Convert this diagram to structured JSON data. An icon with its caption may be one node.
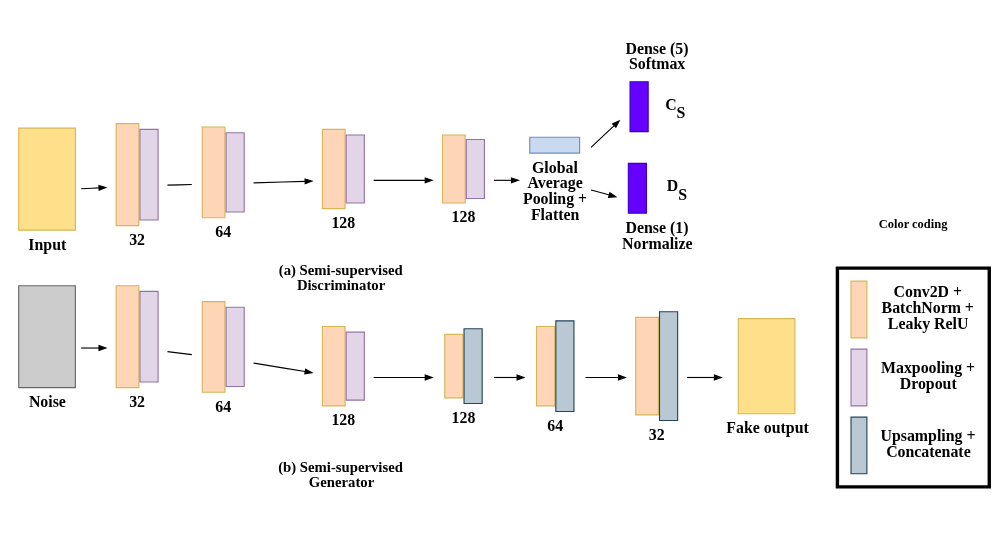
{
  "diagram": {
    "nodes": [
      {
        "text": [
          "Input"
        ]
      },
      {
        "text": [
          "32"
        ]
      },
      {
        "text": [
          "64"
        ]
      },
      {
        "text": [
          "128"
        ]
      },
      {
        "text": [
          "128"
        ]
      },
      {
        "text": [
          "Global Average Pooling + Flatten"
        ]
      },
      {
        "text": [
          "C$_{S}$"
        ],
        "beside": [
          "Dense (5) Softmax"
        ]
      },
      {
        "text": [
          "D$_{S}$"
        ],
        "beside": [
          "Dense (1) Normalize"
        ]
      },
      {
        "text": [
          "Noise"
        ]
      },
      {
        "text": [
          "32"
        ]
      },
      {
        "text": [
          "64"
        ]
      },
      {
        "text": [
          "128"
        ]
      },
      {
        "text": [
          "128"
        ]
      },
      {
        "text": [
          "64"
        ]
      },
      {
        "text": [
          "32"
        ]
      },
      {
        "text": [
          "Fake output"
        ]
      }
    ],
    "edges": [
      {
        "from": 0,
        "to": 1,
        "arrow": "to"
      },
      {
        "from": 1,
        "to": 2,
        "arrow": "none"
      },
      {
        "from": 2,
        "to": 3,
        "arrow": "to"
      },
      {
        "from": 3,
        "to": 4,
        "arrow": "to"
      },
      {
        "from": 4,
        "to": 5,
        "arrow": "to"
      },
      {
        "from": 5,
        "to": 6,
        "arrow": "to"
      },
      {
        "from": 5,
        "to": 7,
        "arrow": "to"
      },
      {
        "from": 8,
        "to": 9,
        "arrow": "to"
      },
      {
        "from": 9,
        "to": 10,
        "arrow": "none"
      },
      {
        "from": 10,
        "to": 11,
        "arrow": "to"
      },
      {
        "from": 11,
        "to": 12,
        "arrow": "to"
      },
      {
        "from": 12,
        "to": 13,
        "arrow": "to"
      },
      {
        "from": 13,
        "to": 14,
        "arrow": "to"
      },
      {
        "from": 14,
        "to": 15,
        "arrow": "to"
      }
    ],
    "labels": [
      "(a) Semi-supervised Discriminator",
      "(b) Semi-supervised Generator",
      "Color coding"
    ],
    "legend": [
      {
        "text": "Conv2D + BatchNorm + Leaky RelU",
        "color": "#ffd5b8"
      },
      {
        "text": "Maxpooling + Dropout",
        "color": "#e1d5e7"
      },
      {
        "text": "Upsampling + Concatenate",
        "color": "#bac8d3"
      }
    ]
  }
}
